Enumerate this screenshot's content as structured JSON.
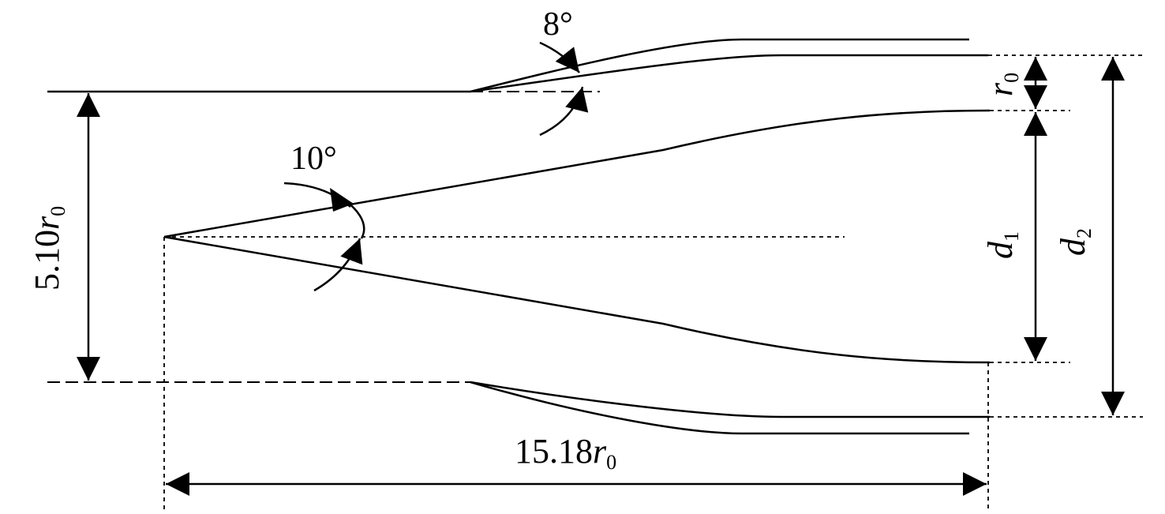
{
  "labels": {
    "angle_outer": "8°",
    "angle_inner": "10°",
    "inlet_dim_value": "5.10",
    "length_dim_value": "15.18",
    "var_r": "r",
    "sub_zero": "0",
    "var_d": "d",
    "sub_one": "1",
    "sub_two": "2"
  },
  "colors": {
    "stroke": "#000000",
    "background": "#ffffff"
  }
}
